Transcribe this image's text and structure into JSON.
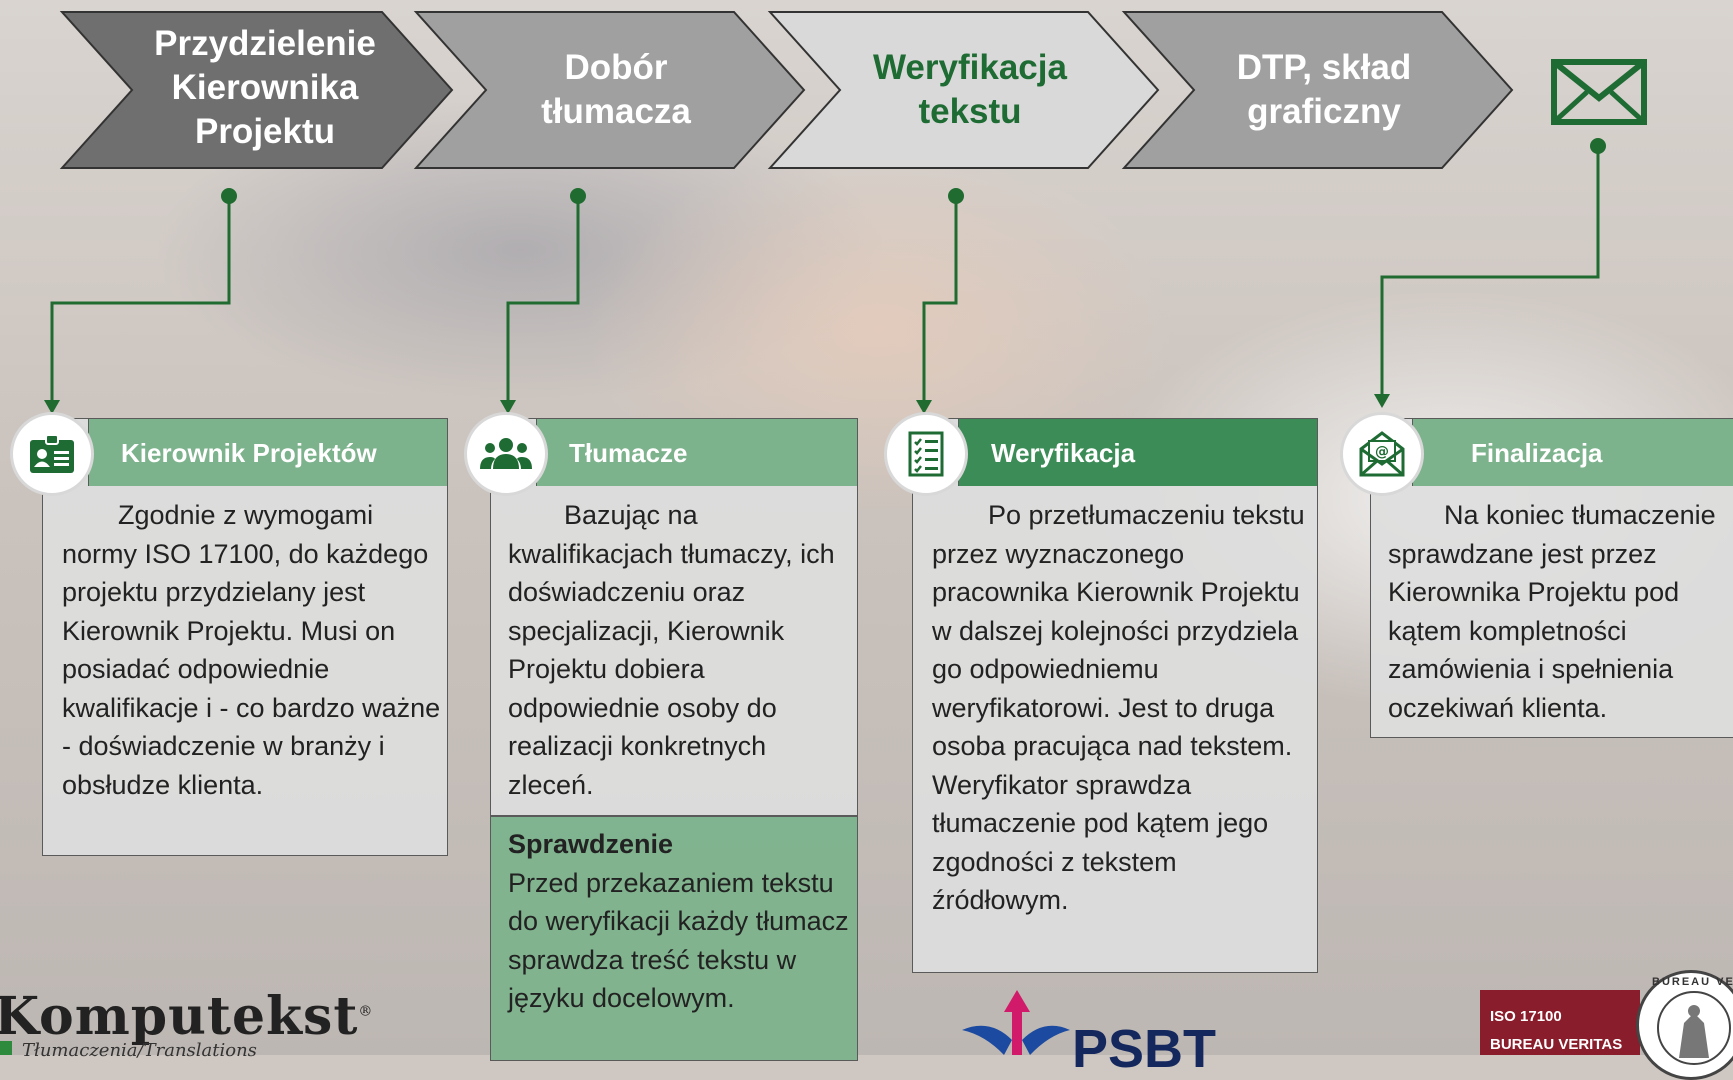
{
  "colors": {
    "dark_green": "#1e6b33",
    "mid_green": "#3c8c57",
    "light_green": "#7cb28c",
    "connector_green": "#1f6b30",
    "chevron_dark": "#6f6f6f",
    "chevron_mid": "#a0a0a0",
    "chevron_light": "#d9d9d9"
  },
  "steps": [
    {
      "label": "Przydzielenie\nKierownika\nProjektu",
      "color": "#ffffff"
    },
    {
      "label": "Dobór\ntłumacza",
      "color": "#ffffff"
    },
    {
      "label": "Weryfikacja\ntekstu",
      "color": "#1e6b33"
    },
    {
      "label": "DTP, skład\ngraficzny",
      "color": "#ffffff"
    }
  ],
  "final_icon": "envelope-icon",
  "cards": [
    {
      "icon": "id-card-icon",
      "title": "Kierownik Projektów",
      "body": "Zgodnie z wymogami normy ISO 17100, do każdego projektu przydzielany jest Kierownik Projektu. Musi on posiadać odpowiednie kwalifikacje i - co bardzo ważne - doświadczenie w branży i obsłudze klienta."
    },
    {
      "icon": "people-icon",
      "title": "Tłumacze",
      "body": "Bazując na kwalifikacjach tłumaczy, ich doświadczeniu oraz specjalizacji, Kierownik Projektu dobiera odpowiednie osoby do realizacji konkretnych zleceń."
    },
    {
      "icon": "checklist-icon",
      "title": "Weryfikacja",
      "body": "Po przetłumaczeniu tekstu przez wyznaczonego pracownika Kierownik Projektu w dalszej kolejności przydziela go odpowiedniemu weryfikatorowi. Jest to druga osoba pracująca nad tekstem. Weryfikator sprawdza tłumaczenie pod kątem jego zgodności z tekstem źródłowym."
    },
    {
      "icon": "email-open-icon",
      "title": "Finalizacja",
      "body": "Na koniec tłumaczenie sprawdzane jest przez Kierownika Projektu pod kątem kompletności zamówienia i spełnienia oczekiwań klienta."
    }
  ],
  "check": {
    "title": "Sprawdzenie",
    "body": "Przed przekazaniem tekstu do weryfikacji każdy tłumacz sprawdza treść tekstu w języku docelowym."
  },
  "logos": {
    "komputekst": "Komputekst",
    "komputekst_sub": "Tłumaczenia/Translations",
    "psbt": "PSBT",
    "iso": "ISO 17100",
    "bureau": "BUREAU VERITAS",
    "bv_ring": "BUREAU VERITAS"
  }
}
